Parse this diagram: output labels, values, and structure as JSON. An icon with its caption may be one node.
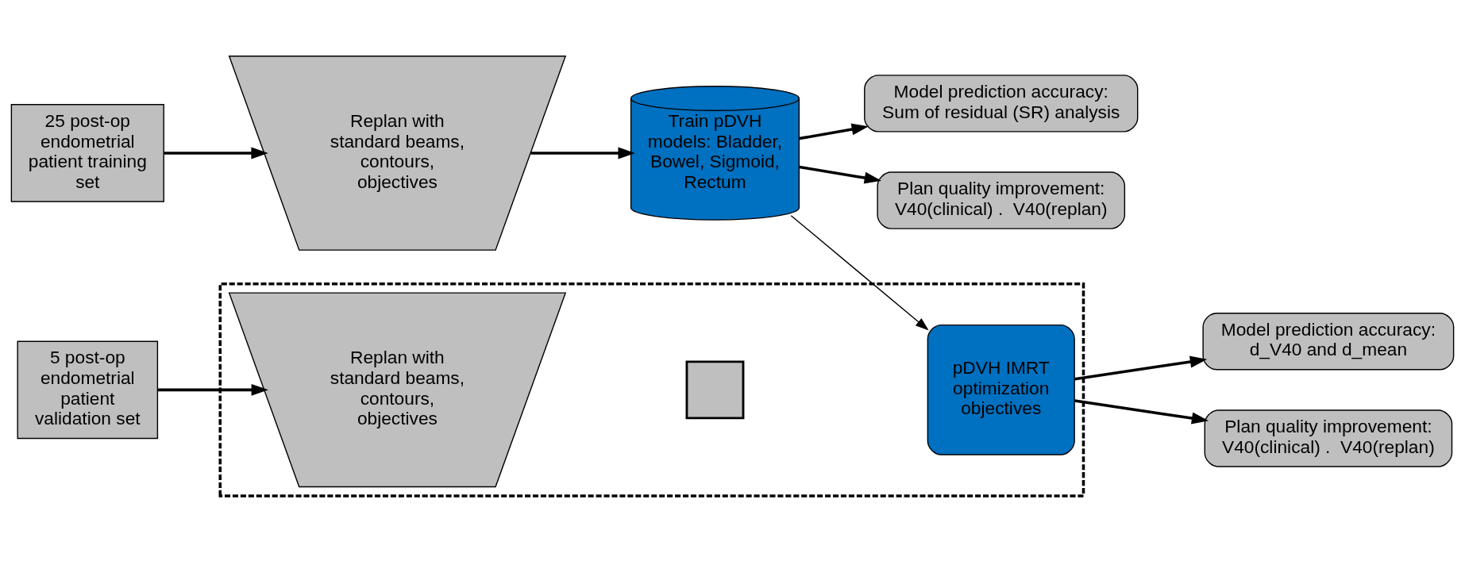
{
  "diagram": {
    "nodes": [
      {
        "text": [
          "25 post-op endometrial patient training set"
        ]
      },
      {
        "text": [
          "Replan with standard beams, contours, objectives"
        ]
      },
      {
        "text": [
          "Train pDVH models: Bladder, Bowel, Sigmoid, Rectum"
        ]
      },
      {
        "text": [
          "Model prediction accuracy:",
          "Sum of residual (SR) analysis"
        ]
      },
      {
        "text": [
          "Plan quality improvement:",
          "V40(clinical) .  V40(replan)"
        ]
      },
      {
        "text": [
          "5 post-op endometrial patient validation set"
        ]
      },
      {
        "text": [],
        "shape": "box"
      },
      {
        "text": [
          "Replan with standard beams, contours, objectives"
        ],
        "in": 6
      },
      {
        "text": [],
        "shape": "plus",
        "in": 6
      },
      {
        "text": [
          "pDVH IMRT optimization objectives"
        ],
        "in": 6
      },
      {
        "text": [
          "Model prediction accuracy:",
          "d_V40 and d_mean"
        ]
      },
      {
        "text": [
          "Plan quality improvement:",
          "V40(clinical) .  V40(replan)"
        ]
      }
    ],
    "edges": [
      {
        "from": 0,
        "to": 1,
        "arrow": "to"
      },
      {
        "from": 1,
        "to": 2,
        "arrow": "to"
      },
      {
        "from": 2,
        "to": 3,
        "arrow": "to"
      },
      {
        "from": 2,
        "to": 4,
        "arrow": "to"
      },
      {
        "from": 2,
        "to": 9,
        "arrow": "to"
      },
      {
        "from": 5,
        "to": 7,
        "arrow": "to"
      },
      {
        "from": 9,
        "to": 10,
        "arrow": "to"
      },
      {
        "from": 9,
        "to": 11,
        "arrow": "to"
      }
    ]
  }
}
